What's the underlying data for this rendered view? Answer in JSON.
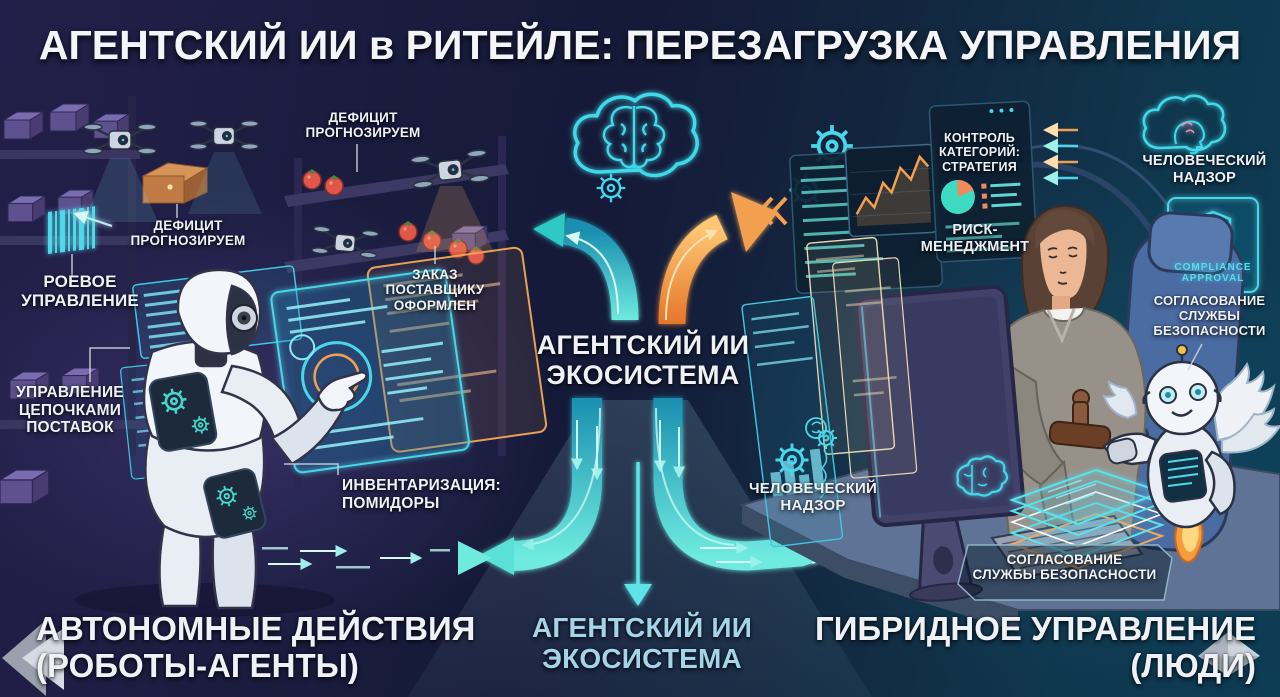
{
  "title": "АГЕНТСКИЙ ИИ в РИТЕЙЛЕ: ПЕРЕЗАГРУЗКА УПРАВЛЕНИЯ",
  "warehouse": {
    "deficit_top": "ДЕФИЦИТ\nПРОГНОЗИРУЕМ",
    "deficit_side": "ДЕФИЦИТ\nПРОГНОЗИРУЕМ",
    "swarm_control": "РОЕВОЕ\nУПРАВЛЕНИЕ",
    "supply_chain": "УПРАВЛЕНИЕ\nЦЕПОЧКАМИ\nПОСТАВОК",
    "supplier_order": "ЗАКАЗ\nПОСТАВЩИКУ\nОФОРМЛЕН",
    "inventory": "ИНВЕНТАРИЗАЦИЯ:\nПОМИДОРЫ"
  },
  "center": {
    "ecosystem": "АГЕНТСКИЙ ИИ\nЭКОСИСТЕМА"
  },
  "office": {
    "category_control": "КОНТРОЛЬ\nКАТЕГОРИЙ:\nСТРАТЕГИЯ",
    "risk_management": "РИСК-\nМЕНЕДЖМЕНТ",
    "human_oversight_top": "ЧЕЛОВЕЧЕСКИЙ\nНАДЗОР",
    "human_oversight_mid": "ЧЕЛОВЕЧЕСКИЙ\nНАДЗОР",
    "compliance_badge": "COMPLIANCE\nAPPROVAL",
    "security_approval_side": "СОГЛАСОВАНИЕ\nСЛУЖБЫ\nБЕЗОПАСНОСТИ",
    "security_approval_bottom": "СОГЛАСОВАНИЕ\nСЛУЖБЫ БЕЗОПАСНОСТИ"
  },
  "footer": {
    "autonomous": "АВТОНОМНЫЕ ДЕЙСТВИЯ\n(РОБОТЫ-АГЕНТЫ)",
    "ecosystem": "АГЕНТСКИЙ ИИ\nЭКОСИСТЕМА",
    "hybrid": "ГИБРИДНОЕ УПРАВЛЕНИЕ\n(ЛЮДИ)"
  },
  "colors": {
    "background_navy": "#171a38",
    "background_teal": "#0e3850",
    "neon_cyan": "#3fd9ea",
    "arrow_teal": "#2fc9c4",
    "arrow_orange": "#f2a050",
    "label_white": "#eef1f6",
    "footer_center_blue": "#a5d4e8",
    "tomato_red": "#e05548",
    "box_purple": "#5d5190"
  }
}
